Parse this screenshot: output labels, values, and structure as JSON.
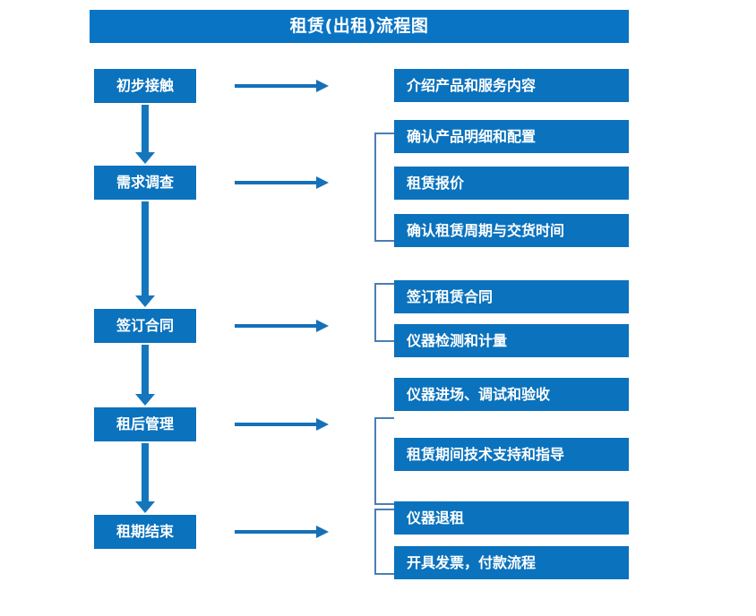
{
  "title": {
    "text": "租赁(出租)流程图"
  },
  "colors": {
    "title_bar": "#0a74c4",
    "box_fill": "#0b72bd",
    "box_text": "#ffffff",
    "arrow": "#1570b8",
    "vertical_arrow": "#1476bd",
    "bracket": "#4a7eb5",
    "background": "#ffffff"
  },
  "stages": [
    {
      "id": "stage-1",
      "label": "初步接触"
    },
    {
      "id": "stage-2",
      "label": "需求调查"
    },
    {
      "id": "stage-3",
      "label": "签订合同"
    },
    {
      "id": "stage-4",
      "label": "租后管理"
    },
    {
      "id": "stage-5",
      "label": "租期结束"
    }
  ],
  "details": [
    {
      "id": "detail-1-1",
      "label": "介绍产品和服务内容"
    },
    {
      "id": "detail-2-1",
      "label": "确认产品明细和配置"
    },
    {
      "id": "detail-2-2",
      "label": "租赁报价"
    },
    {
      "id": "detail-2-3",
      "label": "确认租赁周期与交货时间"
    },
    {
      "id": "detail-3-1",
      "label": "签订租赁合同"
    },
    {
      "id": "detail-3-2",
      "label": "仪器检测和计量"
    },
    {
      "id": "detail-4-1",
      "label": "仪器进场、调试和验收"
    },
    {
      "id": "detail-4-2",
      "label": "租赁期间技术支持和指导"
    },
    {
      "id": "detail-5-1",
      "label": "仪器退租"
    },
    {
      "id": "detail-5-2",
      "label": "开具发票，付款流程"
    }
  ],
  "icons": {
    "right_arrow": "right-arrow-icon",
    "down_arrow": "down-arrow-icon",
    "group_bracket": "group-bracket-icon"
  }
}
